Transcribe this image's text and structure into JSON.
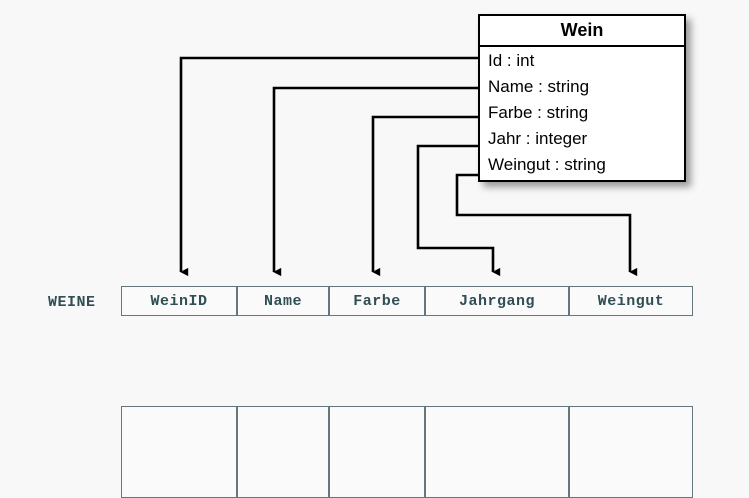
{
  "background_color": "#f8f8f8",
  "diagram": {
    "kind": "uml-to-relational-mapping",
    "uml_class": {
      "name": "Wein",
      "attributes": [
        {
          "name": "Id",
          "type": "int",
          "text": "Id : int"
        },
        {
          "name": "Name",
          "type": "string",
          "text": "Name : string"
        },
        {
          "name": "Farbe",
          "type": "string",
          "text": "Farbe : string"
        },
        {
          "name": "Jahr",
          "type": "integer",
          "text": "Jahr : integer"
        },
        {
          "name": "Weingut",
          "type": "string",
          "text": "Weingut : string"
        }
      ]
    },
    "relational_table": {
      "label": "WEINE",
      "columns": [
        {
          "header": "WeinID"
        },
        {
          "header": "Name"
        },
        {
          "header": "Farbe"
        },
        {
          "header": "Jahrgang"
        },
        {
          "header": "Weingut"
        }
      ],
      "rows": [
        [
          "",
          "",
          "",
          "",
          ""
        ]
      ]
    },
    "mappings": [
      {
        "from": "Id",
        "to": "WeinID"
      },
      {
        "from": "Name",
        "to": "Name"
      },
      {
        "from": "Farbe",
        "to": "Farbe"
      },
      {
        "from": "Jahr",
        "to": "Jahrgang"
      },
      {
        "from": "Weingut",
        "to": "Weingut"
      }
    ],
    "colors": {
      "class_border": "#000000",
      "class_fill": "#ffffff",
      "table_border": "#65777d",
      "table_text": "#2f4f55",
      "connector": "#000000"
    }
  }
}
